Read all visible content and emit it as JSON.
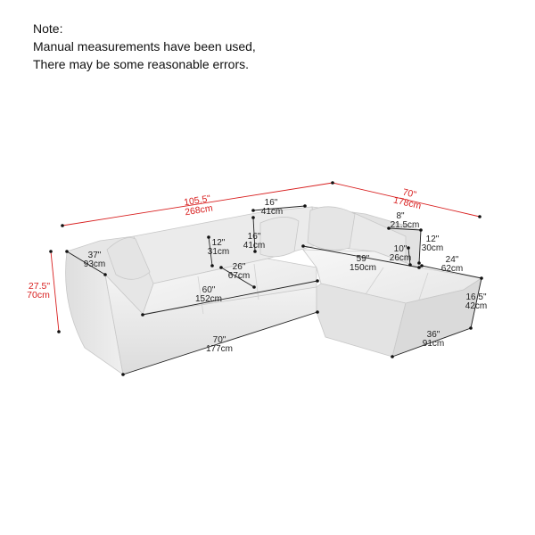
{
  "note": {
    "title": "Note:",
    "line1": "Manual measurements have been used,",
    "line2": "There may be some reasonable errors."
  },
  "colors": {
    "primary_dimension": "#d81e1e",
    "secondary_dimension": "#222222",
    "sofa_fabric": "#ececec"
  },
  "dimensions": {
    "total_length": {
      "in": "105.5\"",
      "cm": "268cm"
    },
    "chaise_total_width": {
      "in": "70\"",
      "cm": "178cm"
    },
    "total_height": {
      "in": "27.5\"",
      "cm": "70cm"
    },
    "arm_depth": {
      "in": "37\"",
      "cm": "93cm"
    },
    "back_height": {
      "in": "12\"",
      "cm": "31cm"
    },
    "pillow_width": {
      "in": "16\"",
      "cm": "41cm"
    },
    "pillow_height": {
      "in": "16\"",
      "cm": "41cm"
    },
    "seat_depth": {
      "in": "26\"",
      "cm": "67cm"
    },
    "seat_width": {
      "in": "60\"",
      "cm": "152cm"
    },
    "front_length": {
      "in": "70\"",
      "cm": "177cm"
    },
    "chaise_length": {
      "in": "59\"",
      "cm": "150cm"
    },
    "arm_width": {
      "in": "8\"",
      "cm": "21.5cm"
    },
    "chaise_back_height": {
      "in": "12\"",
      "cm": "30cm"
    },
    "chaise_arm_height": {
      "in": "10\"",
      "cm": "26cm"
    },
    "chaise_side_depth": {
      "in": "24\"",
      "cm": "62cm"
    },
    "seat_height": {
      "in": "16.5\"",
      "cm": "42cm"
    },
    "chaise_width": {
      "in": "36\"",
      "cm": "91cm"
    }
  }
}
